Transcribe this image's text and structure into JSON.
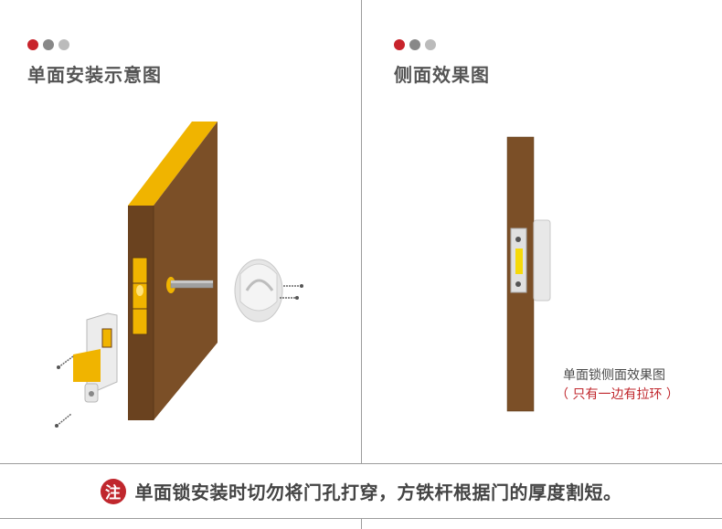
{
  "colors": {
    "dot_red": "#c8232b",
    "dot_grey": "#888888",
    "dot_light": "#bbbbbb",
    "door_wood": "#7b4f27",
    "door_edge": "#f0b400",
    "note_badge": "#c0272d"
  },
  "left_panel": {
    "title": "单面安装示意图",
    "icons": [
      "door-icon",
      "latch-icon",
      "screw-icon",
      "handle-icon",
      "rod-icon"
    ]
  },
  "right_panel": {
    "title": "侧面效果图",
    "caption": "单面锁侧面效果图",
    "caption_note": "（ 只有一边有拉环 ）"
  },
  "note": {
    "badge": "注",
    "text": "单面锁安装时切勿将门孔打穿，方铁杆根据门的厚度割短。"
  }
}
